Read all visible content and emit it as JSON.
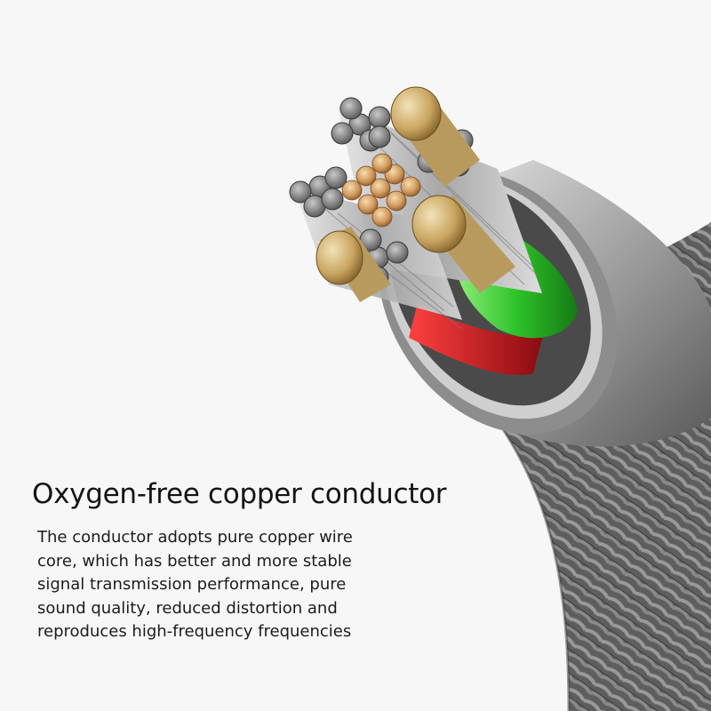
{
  "headline": "Oxygen-free copper conductor",
  "body_lines": [
    "The conductor adopts pure copper wire",
    "core, which has better and more stable",
    "signal transmission performance, pure",
    "sound quality, reduced distortion and",
    "reproduces high-frequency frequencies"
  ],
  "colors": {
    "background": "#f7f7f7",
    "braid": "#6e6e6e",
    "ferrule": "#b9b9b9",
    "insulation_green": "#3fd23a",
    "insulation_red": "#c8141a",
    "copper": "#d9a066",
    "silver_strand": "#8c8c8c"
  }
}
